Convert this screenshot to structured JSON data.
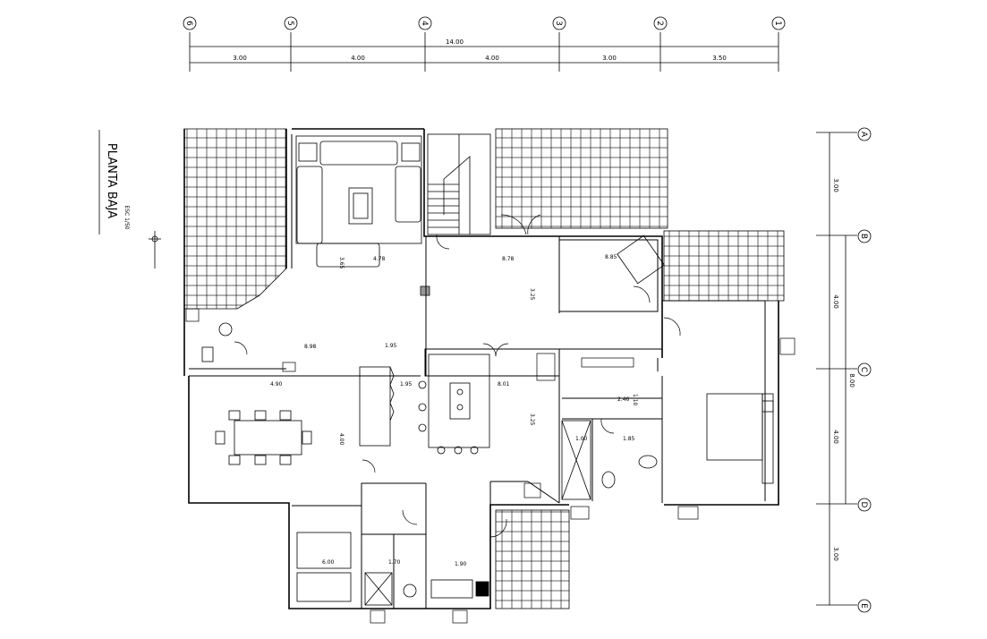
{
  "plan": {
    "title": "PLANTA BAJA",
    "scale": "ESC 1/50"
  },
  "axes": {
    "top": [
      "6",
      "5",
      "4",
      "3",
      "2",
      "1"
    ],
    "right": [
      "A",
      "B",
      "C",
      "D",
      "E"
    ]
  },
  "dimensions": {
    "top_total": "14.00",
    "top_segments": [
      "3.00",
      "4.00",
      "4.00",
      "3.00",
      "3.50"
    ],
    "right_segments": [
      "3.00",
      "4.00",
      "4.00",
      "3.00"
    ],
    "right_total": "8.00"
  },
  "interior_dims": [
    "4.78",
    "8.78",
    "8.85",
    "1.95",
    "8.98",
    "4.90",
    "1.95",
    "8.01",
    "2.46",
    "1.85",
    "1.00",
    "1.90",
    "6.00",
    "3.65",
    "1.10",
    "3.25",
    "3.25",
    "1.70",
    "4.00"
  ]
}
